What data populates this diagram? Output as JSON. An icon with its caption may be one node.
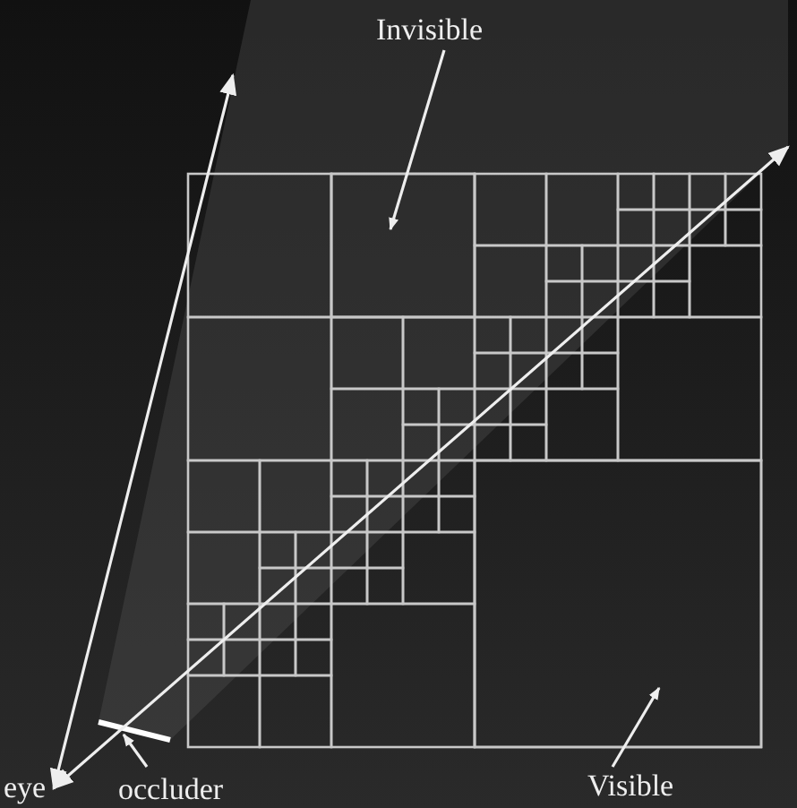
{
  "diagram": {
    "nodes": [
      {
        "text": [
          "Invisible"
        ]
      },
      {
        "text": [],
        "shape": "box"
      },
      {
        "text": [
          "eye"
        ]
      },
      {
        "text": [
          "occluder"
        ]
      },
      {
        "text": [],
        "shape": "bar"
      },
      {
        "text": [
          "Visible"
        ]
      },
      {
        "text": [],
        "shape": "box"
      }
    ],
    "edges": [
      {
        "from": 0,
        "to": 1,
        "arrow": "to"
      },
      {
        "from": 2,
        "to": null,
        "arrow": "both"
      },
      {
        "from": 2,
        "to": null,
        "arrow": "both"
      },
      {
        "from": 3,
        "to": 4,
        "arrow": "to"
      },
      {
        "from": 5,
        "to": 6,
        "arrow": "to"
      }
    ]
  }
}
